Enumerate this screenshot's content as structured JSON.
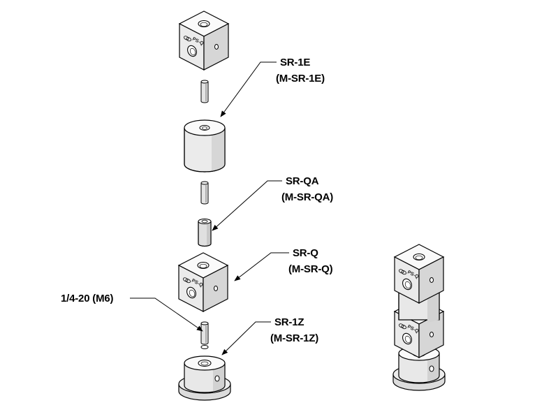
{
  "labels": {
    "sr1e": {
      "name": "SR-1E",
      "metric": "(M-SR-1E)"
    },
    "srqa": {
      "name": "SR-QA",
      "metric": "(M-SR-QA)"
    },
    "srq": {
      "name": "SR-Q",
      "metric": "(M-SR-Q)"
    },
    "thread": {
      "name": "1/4-20 (M6)"
    },
    "sr1z": {
      "name": "SR-1Z",
      "metric": "(M-SR-1Z)"
    }
  },
  "stencil_text": "PS-Q",
  "icons": {
    "cube": "cube-mount-icon",
    "cylinder": "cylinder-adapter-icon",
    "setscrew": "setscrew-icon",
    "base": "post-base-icon",
    "arrow": "leader-arrow-icon"
  },
  "colors": {
    "line": "#000000",
    "top_face": "#fafafa",
    "left_face": "#ebebeb",
    "right_face": "#d6d6d6",
    "background": "#ffffff"
  }
}
